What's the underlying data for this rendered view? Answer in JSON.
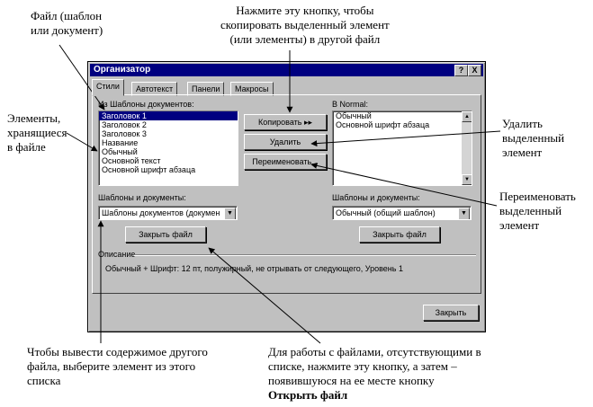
{
  "annotations": {
    "file_template": [
      "Файл (шаблон",
      "или документ)"
    ],
    "copy_button": [
      "Нажмите эту кнопку, чтобы",
      "скопировать выделенный элемент",
      "(или элементы) в другой файл"
    ],
    "elements": [
      "Элементы,",
      "хранящиеся",
      "в файле"
    ],
    "delete": [
      "Удалить",
      "выделенный",
      "элемент"
    ],
    "rename": [
      "Переименовать",
      "выделенный",
      "элемент"
    ],
    "select_file": [
      "Чтобы вывести содержимое другого",
      "файла, выберите элемент из этого",
      "списка"
    ],
    "open_file": [
      "Для работы с файлами, отсутствующими в",
      "списке, нажмите эту кнопку, а затем –",
      "появившуюся на ее месте кнопку"
    ],
    "open_file_bold": "Открыть файл"
  },
  "dialog": {
    "title": "Организатор",
    "help_btn": "?",
    "close_btn": "X",
    "tabs": [
      {
        "label": "Стили"
      },
      {
        "label": "Автотекст"
      },
      {
        "label": "Панели"
      },
      {
        "label": "Макросы"
      }
    ],
    "left_list_label": "Из Шаблоны документов:",
    "right_list_label": "В Normal:",
    "left_items": [
      "Заголовок 1",
      "Заголовок 2",
      "Заголовок 3",
      "Название",
      "Обычный",
      "Основной текст",
      "Основной шрифт абзаца"
    ],
    "right_items": [
      "Обычный",
      "Основной шрифт абзаца"
    ],
    "copy_label": "Копировать ▸▸",
    "delete_label": "Удалить",
    "rename_label": "Переименовать...",
    "left_combo_label": "Шаблоны и документы:",
    "right_combo_label": "Шаблоны и документы:",
    "left_combo_value": "Шаблоны документов (докумен",
    "right_combo_value": "Обычный (общий шаблон)",
    "close_file_left": "Закрыть файл",
    "close_file_right": "Закрыть файл",
    "description_label": "Описание",
    "description_text": "Обычный + Шрифт: 12 пт, полужирный, не отрывать от следующего, Уровень 1",
    "close_label": "Закрыть"
  }
}
